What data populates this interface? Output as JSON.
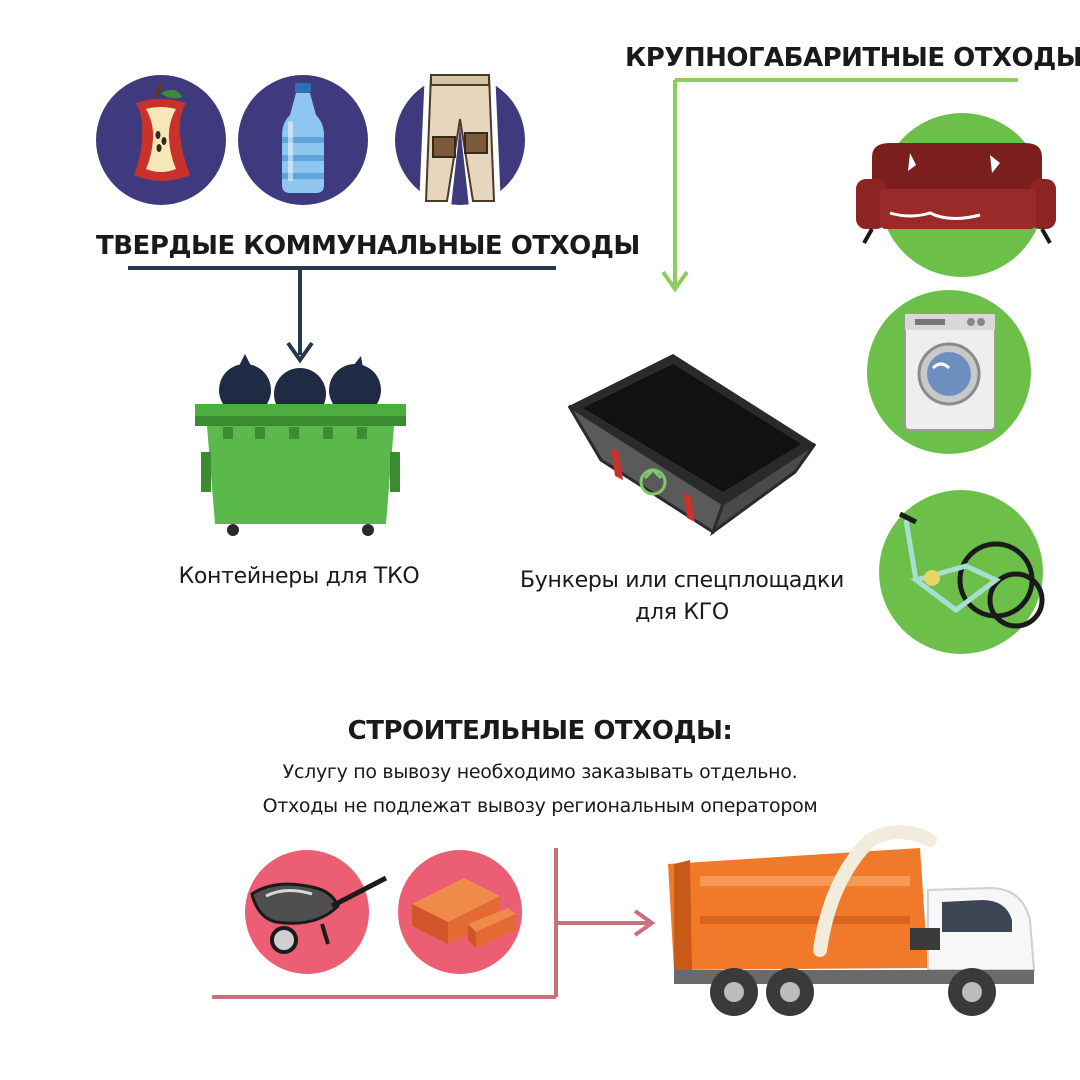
{
  "tko": {
    "heading": "ТВЕРДЫЕ КОММУНАЛЬНЫЕ ОТХОДЫ",
    "caption": "Контейнеры для ТКО",
    "icons": [
      "apple-core-icon",
      "plastic-bottle-icon",
      "worn-trousers-icon"
    ],
    "circle_color": "#3f3a7e",
    "line_color": "#24384e"
  },
  "kgo": {
    "heading": "КРУПНОГАБАРИТНЫЕ ОТХОДЫ",
    "caption_line1": "Бункеры или спецплощадки",
    "caption_line2": "для КГО",
    "icons": [
      "sofa-icon",
      "washing-machine-icon",
      "bicycle-icon"
    ],
    "circle_color": "#6cc04a",
    "line_color": "#8ccd5e"
  },
  "construction": {
    "heading": "СТРОИТЕЛЬНЫЕ ОТХОДЫ:",
    "line1": "Услугу по вывозу необходимо заказывать отдельно.",
    "line2": "Отходы не подлежат вывозу региональным оператором",
    "icons": [
      "wheelbarrow-icon",
      "bricks-icon",
      "garbage-truck-icon"
    ],
    "circle_color": "#ec5e74",
    "line_color": "#c9707c"
  }
}
